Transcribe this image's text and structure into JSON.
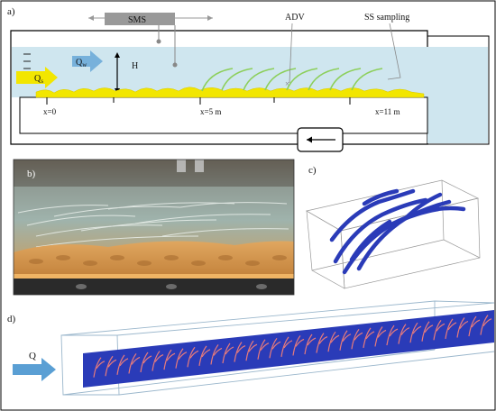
{
  "panels": {
    "a": {
      "tag": "a)",
      "device_label": "SMS",
      "instrument_label": "ADV",
      "sampling_label": "SS sampling",
      "height_label": "H",
      "sediment_flux_label": "Q",
      "sediment_flux_subscript": "s",
      "water_flux_label": "Q",
      "water_flux_subscript": "w",
      "positions": [
        "x=0",
        "x=5 m",
        "x=11 m"
      ]
    },
    "b": {
      "tag": "b)"
    },
    "c": {
      "tag": "c)"
    },
    "d": {
      "tag": "d)",
      "flow_label": "Q"
    }
  },
  "colors": {
    "water": "#cfe6ef",
    "sediment": "#f2e600",
    "arrow_flow": "#5a9fd4",
    "vegetation": "#8ccf5a",
    "blue_3d": "#2a3bb8",
    "plants_3d": "#e87b7b",
    "frame": "#000000"
  }
}
